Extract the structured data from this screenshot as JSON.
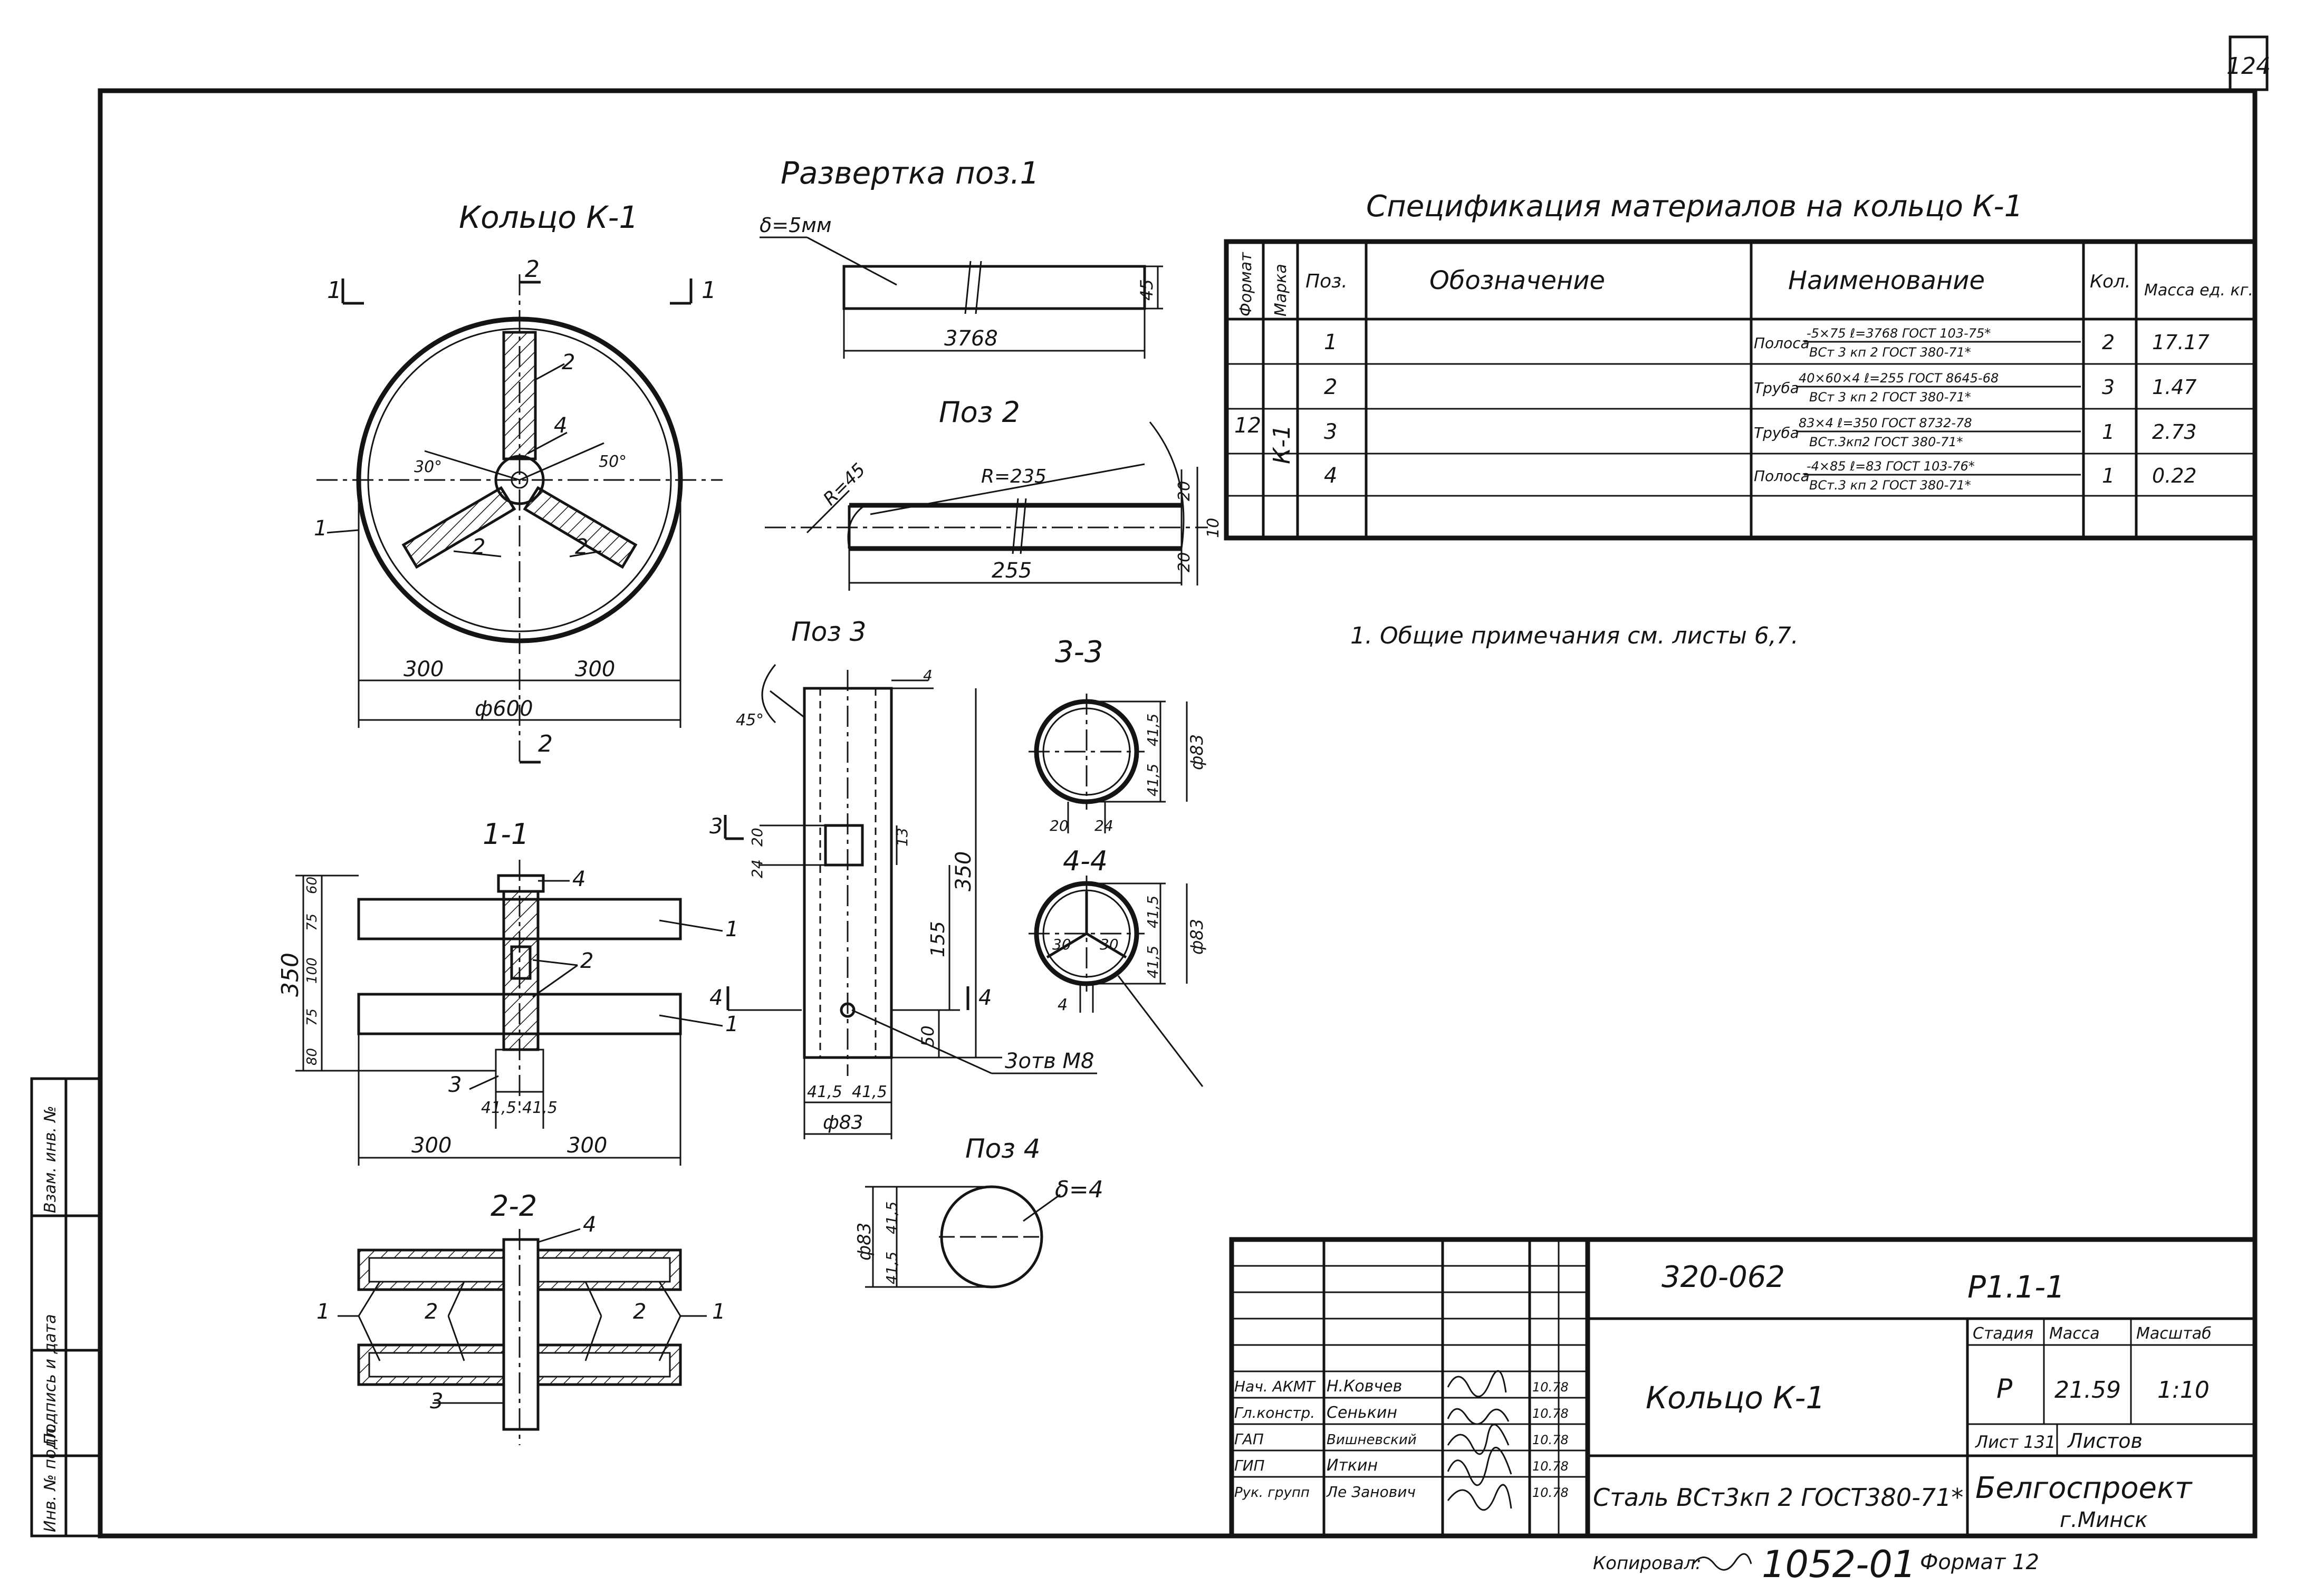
{
  "sheet_number": "124",
  "titles": {
    "unfolding": "Развертка поз.1",
    "ring": "Кольцо К-1",
    "spec": "Спецификация материалов на кольцо К-1",
    "pos2": "Поз 2",
    "pos3": "Поз 3",
    "pos4": "Поз 4",
    "sec11": "1-1",
    "sec22": "2-2",
    "sec33": "3-3",
    "sec44": "4-4",
    "note": "1. Общие примечания см. листы 6,7."
  },
  "dims": {
    "delta5": "δ=5мм",
    "len3768": "3768",
    "h45": "45",
    "r45": "R=45",
    "r235": "R=235",
    "d20a": "20",
    "d10": "10",
    "d20b": "20",
    "len255": "255",
    "ang30": "30°",
    "ang50": "50°",
    "w300a": "300",
    "w300b": "300",
    "dia600": "ф600",
    "h60": "60",
    "h75a": "75",
    "h100": "100",
    "h75b": "75",
    "h80": "80",
    "h350": "350",
    "w415a": "41,5",
    "w415b": "41,5",
    "w300c": "300",
    "w300d": "300",
    "ang45": "45°",
    "p20": "20",
    "p24": "24",
    "p13": "13",
    "p350": "350",
    "p155": "155",
    "p50": "50",
    "p415a": "41,5",
    "p415b": "41,5",
    "pd83": "ф83",
    "p4": "4",
    "holes": "3отв М8",
    "s415a": "41,5",
    "s415b": "41,5",
    "sd83": "ф83",
    "s20": "20",
    "s24": "24",
    "t415a": "41,5",
    "t415b": "41,5",
    "td83": "ф83",
    "t30a": "30",
    "t30b": "30",
    "t4": "4",
    "delta4": "δ=4",
    "q83": "ф83",
    "q415a": "41,5",
    "q415b": "41,5"
  },
  "labels": {
    "cut1": "1",
    "cut2": "2",
    "p1": "1",
    "p2": "2",
    "p3": "3",
    "p4": "4"
  },
  "spec": {
    "headers": [
      "Формат",
      "Марка",
      "Поз.",
      "Обозначение",
      "Наименование",
      "Кол.",
      "Масса ед. кг."
    ],
    "format": "12",
    "mark": "К-1",
    "rows": [
      {
        "pos": "1",
        "name": "Полоса",
        "top": "-5×75 ℓ=3768 ГОСТ 103-75*",
        "bottom": "ВСт 3 кп 2 ГОСТ 380-71*",
        "qty": "2",
        "mass": "17.17"
      },
      {
        "pos": "2",
        "name": "Труба",
        "top": "40×60×4 ℓ=255 ГОСТ 8645-68",
        "bottom": "ВСт 3 кп 2 ГОСТ 380-71*",
        "qty": "3",
        "mass": "1.47"
      },
      {
        "pos": "3",
        "name": "Труба",
        "top": "83×4 ℓ=350 ГОСТ 8732-78",
        "bottom": "ВСт.3кп2 ГОСТ 380-71*",
        "qty": "1",
        "mass": "2.73"
      },
      {
        "pos": "4",
        "name": "Полоса",
        "top": "-4×85 ℓ=83 ГОСТ 103-76*",
        "bottom": "ВСт.3 кп 2 ГОСТ 380-71*",
        "qty": "1",
        "mass": "0.22"
      }
    ]
  },
  "stamp": {
    "code": "320-062",
    "sheet_code": "Р1.1-1",
    "title": "Кольцо К-1",
    "material": "Сталь ВСт3кп 2 ГОСТ380-71*",
    "stage_h": "Стадия",
    "mass_h": "Масса",
    "scale_h": "Масштаб",
    "stage": "Р",
    "mass": "21.59",
    "scale": "1:10",
    "sheet_label": "Лист 131",
    "sheets_label": "Листов",
    "org": "Белгоспроект",
    "city": "г.Минск",
    "people": [
      {
        "role": "Нач. АКМТ",
        "name": "Н.Ковчев",
        "date": "10.78"
      },
      {
        "role": "Гл.констр.",
        "name": "Сенькин",
        "date": "10.78"
      },
      {
        "role": "ГАП",
        "name": "Вишневский",
        "date": "10.78"
      },
      {
        "role": "ГИП",
        "name": "Иткин",
        "date": "10.78"
      },
      {
        "role": "Рук. групп",
        "name": "Ле Занович",
        "date": "10.78"
      }
    ]
  },
  "side_labels": [
    "Инв. № подл.",
    "Подпись и дата",
    "Взам. инв. №"
  ],
  "footer": {
    "copied": "Копировал:",
    "order": "1052-01",
    "format": "Формат 12"
  }
}
